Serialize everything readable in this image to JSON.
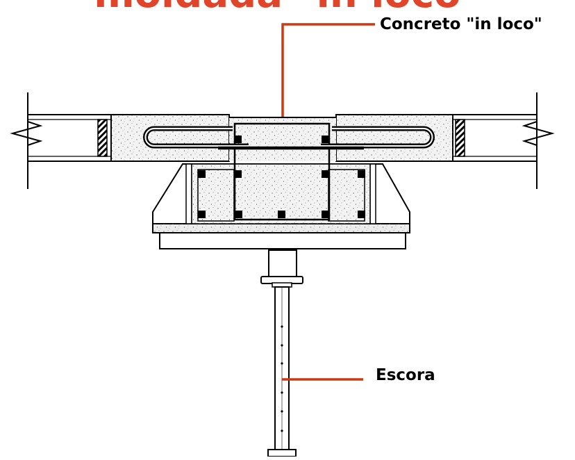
{
  "diagram": {
    "title": "moldada \"in loco\"",
    "labels": {
      "concreto": "Concreto \"in loco\"",
      "escora": "Escora"
    },
    "colors": {
      "leader": "#cc3a12",
      "title": "#e0442a",
      "line": "#000000",
      "concrete_fill": "#f3f3f3",
      "concrete_speckle": "#6f6f6f",
      "background": "#ffffff"
    }
  }
}
